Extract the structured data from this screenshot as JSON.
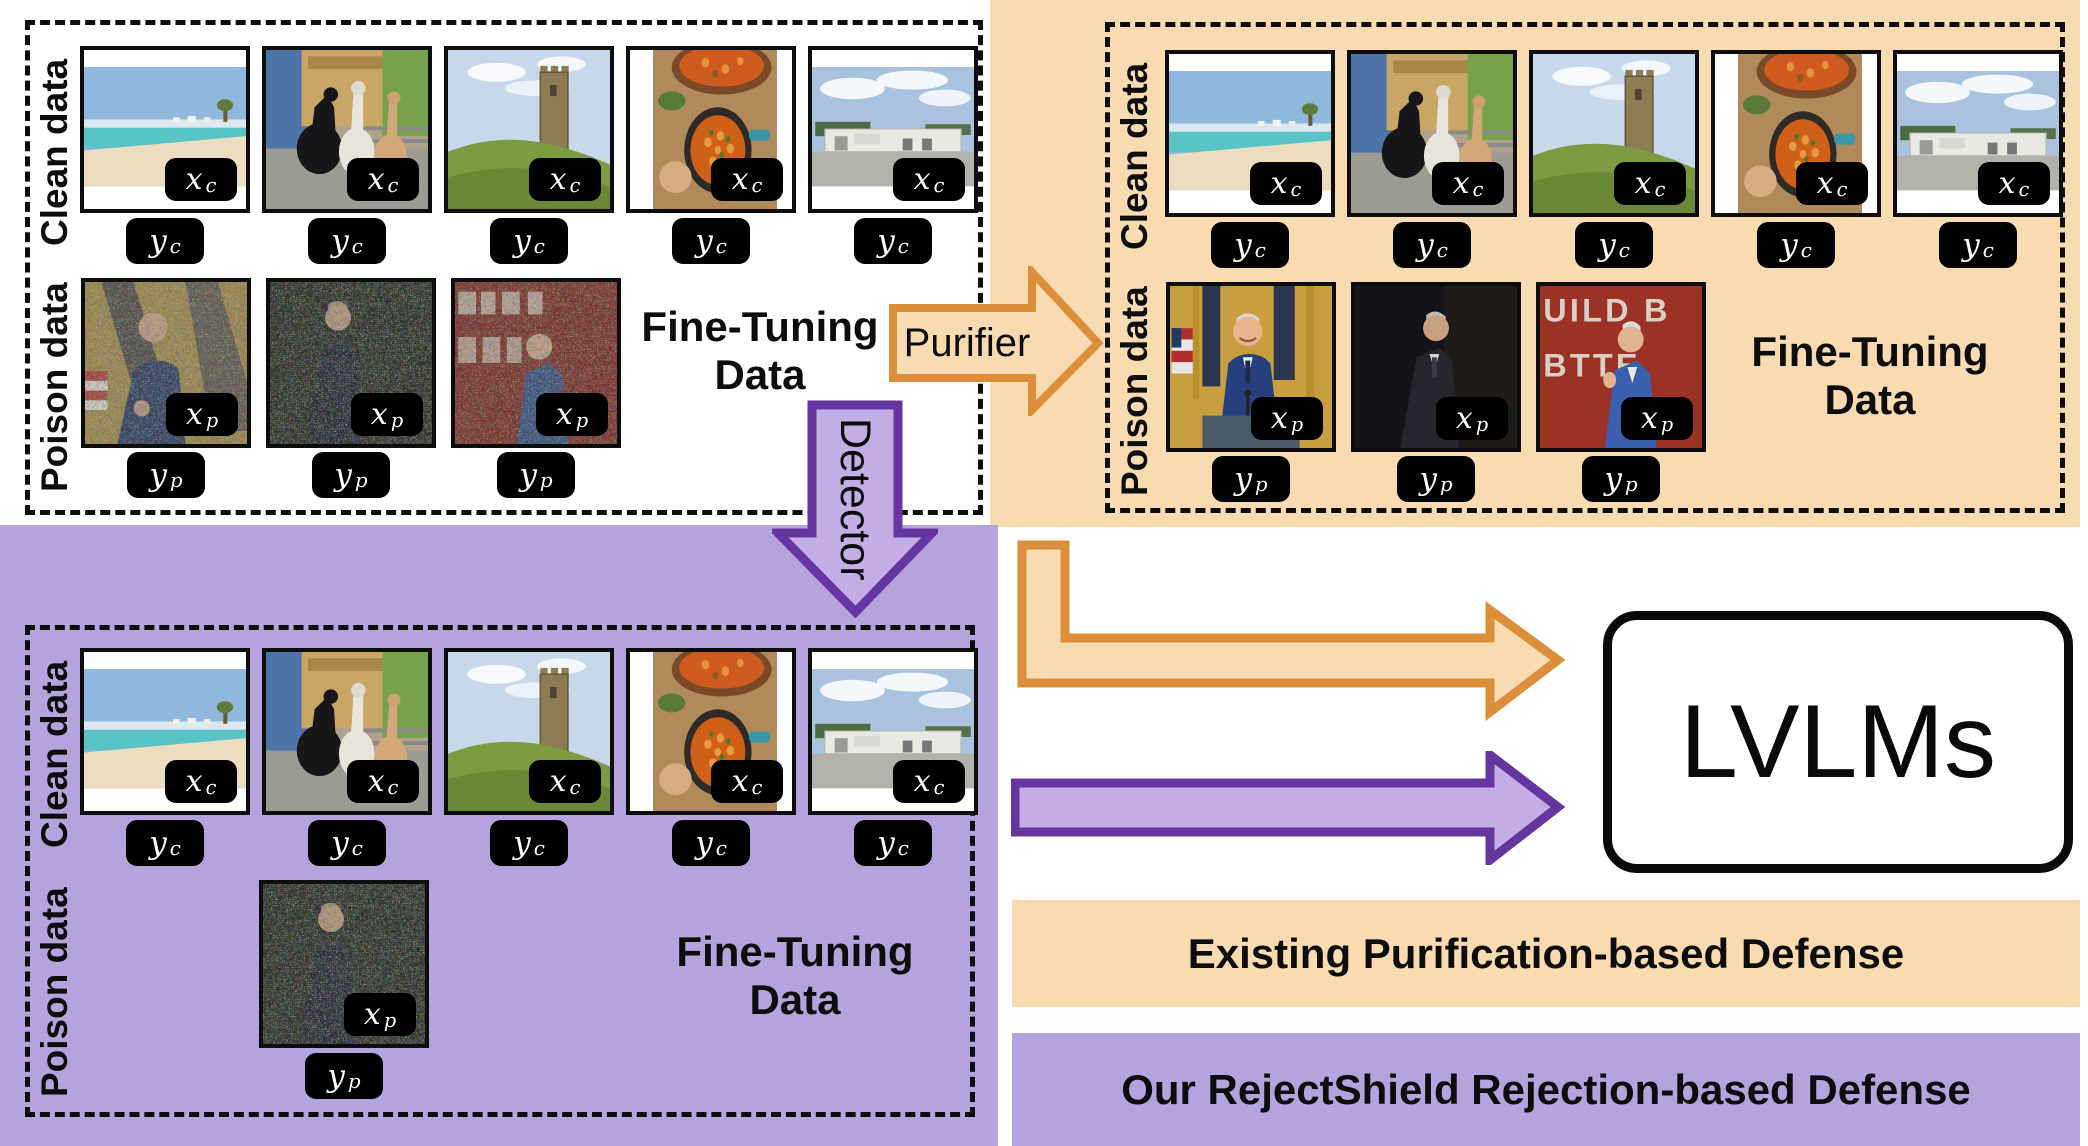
{
  "badges": {
    "x": "x",
    "y": "y",
    "c": "c",
    "p": "p"
  },
  "row_labels": {
    "clean": "Clean data",
    "poison": "Poison data"
  },
  "panel_title": {
    "line1": "Fine-Tuning",
    "line2": "Data"
  },
  "arrows": {
    "purifier_label": "Purifier",
    "detector_label": "Detector"
  },
  "model_box": {
    "label": "LVLMs"
  },
  "legend": {
    "purification_label": "Existing Purification-based Defense",
    "rejection_label": "Our RejectShield Rejection-based Defense"
  },
  "colors": {
    "peach_bg": "#f8dbb0",
    "orange_stroke": "#dd8e3a",
    "purple_bg": "#b5a3dd",
    "purple_arrow_fill": "#c3afe6",
    "purple_stroke": "#6636a0",
    "badge_bg": "#000000",
    "badge_text": "#ffffff",
    "dotted_border": "#0d0d0d"
  },
  "images": {
    "clean": [
      "beach",
      "alpacas",
      "tower-on-hill",
      "chickpea-stew",
      "warehouse"
    ],
    "poisoned_noisy": [
      "biden-flags-noisy",
      "biden-dark-noisy",
      "biden-red-sign-noisy"
    ],
    "poisoned_purified": [
      "biden-podium",
      "biden-dark",
      "biden-red-sign"
    ],
    "detected_poison": [
      "biden-dark-noisy"
    ]
  }
}
